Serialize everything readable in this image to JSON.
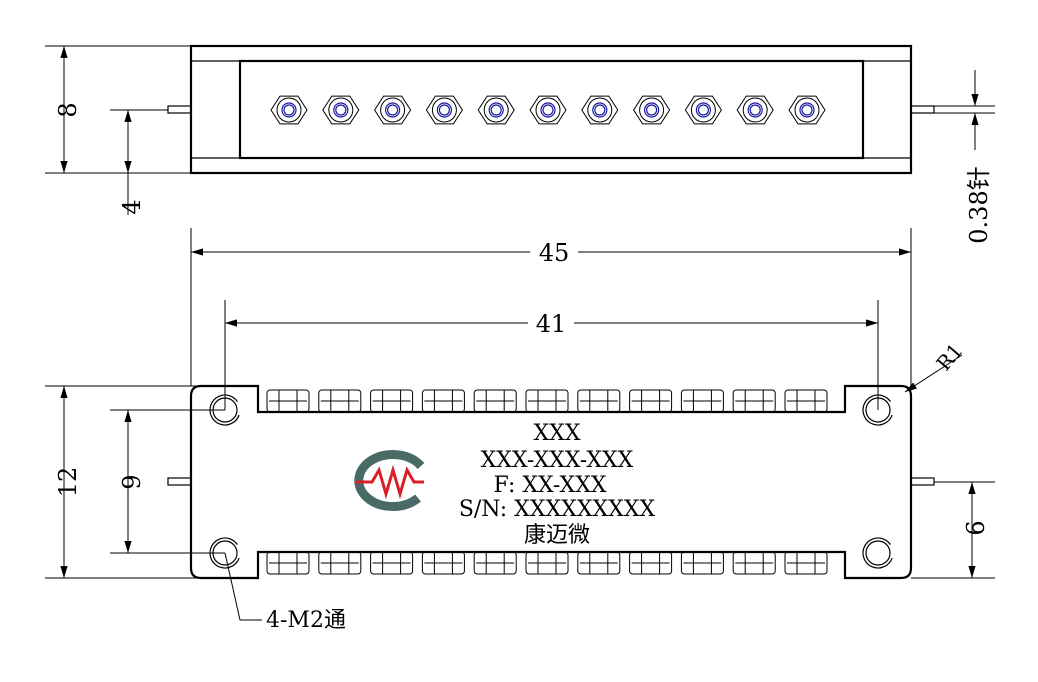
{
  "top_view": {
    "connector_count": 11,
    "dims": {
      "height": "8",
      "pin_height": "4",
      "pin_diameter": "0.38针"
    }
  },
  "front_view": {
    "dims": {
      "width": "45",
      "hole_spacing": "41",
      "height": "12",
      "hole_vertical": "9",
      "pin_offset": "6",
      "corner_radius": "R1"
    },
    "holes_label": "4-M2通",
    "marking": {
      "line1": "XXX",
      "line2": "XXX-XXX-XXX",
      "line3": "F: XX-XXX",
      "line4": "S/N: XXXXXXXXX",
      "line5": "康迈微"
    },
    "connectors_per_side": 11
  },
  "colors": {
    "logo_gray": "#4a6a66",
    "logo_red": "#d81f2a",
    "connector_blue": "#1a1aa0"
  }
}
